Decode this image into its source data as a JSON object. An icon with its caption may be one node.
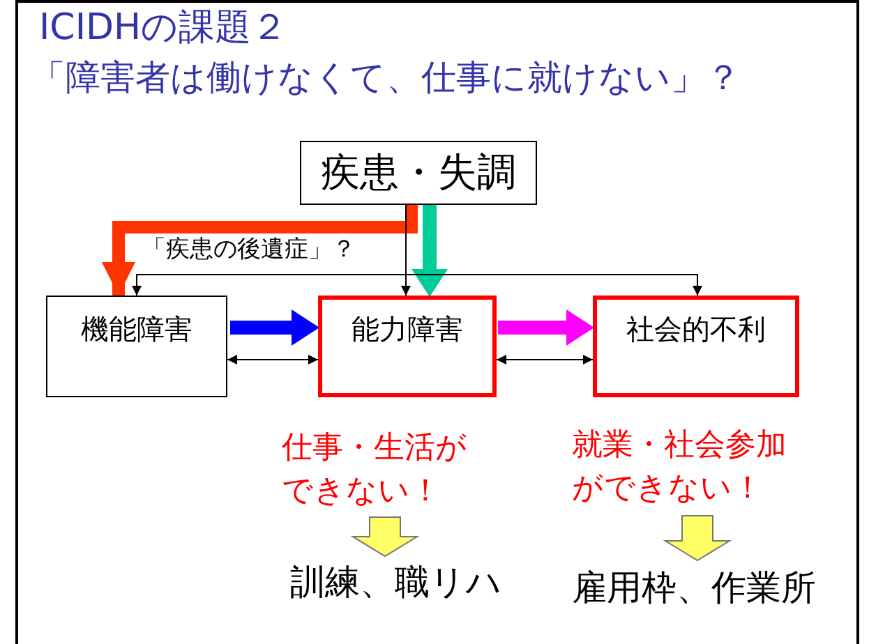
{
  "diagram": {
    "title": "ICIDHの課題２",
    "nodes": [
      {
        "text": [
          "疾患・失調"
        ]
      },
      {
        "text": [
          "機能障害"
        ]
      },
      {
        "text": [
          "能力障害"
        ]
      },
      {
        "text": [
          "社会的不利"
        ]
      },
      {
        "text": [
          "仕事・生活ができない！"
        ]
      },
      {
        "text": [
          "訓練、職リハ"
        ]
      },
      {
        "text": [
          "就業・社会参加ができない！"
        ]
      },
      {
        "text": [
          "雇用枠、作業所"
        ]
      }
    ],
    "edges": [
      {
        "from": 0,
        "to": 1,
        "arrow": "to",
        "style": "thick",
        "color": "#ff3300",
        "label": "「疾患の後遺症」？"
      },
      {
        "from": 0,
        "to": 2,
        "arrow": "to",
        "style": "thick",
        "color": "#00cc99"
      },
      {
        "from": 1,
        "to": 2,
        "arrow": "to",
        "style": "thick",
        "color": "#0000ff"
      },
      {
        "from": 2,
        "to": 3,
        "arrow": "to",
        "style": "thick",
        "color": "#ff00ff"
      },
      {
        "from": 0,
        "to": 1,
        "arrow": "to"
      },
      {
        "from": 0,
        "to": 2,
        "arrow": "to"
      },
      {
        "from": 0,
        "to": 3,
        "arrow": "to"
      },
      {
        "from": 1,
        "to": 2,
        "arrow": "both"
      },
      {
        "from": 2,
        "to": 3,
        "arrow": "both"
      },
      {
        "from": 4,
        "to": 5,
        "arrow": "to",
        "style": "thick",
        "color": "#ffff66"
      },
      {
        "from": 6,
        "to": 7,
        "arrow": "to",
        "style": "thick",
        "color": "#ffff66"
      }
    ],
    "labels": [
      "「障害者は働けなくて、仕事に就けない」？"
    ]
  }
}
